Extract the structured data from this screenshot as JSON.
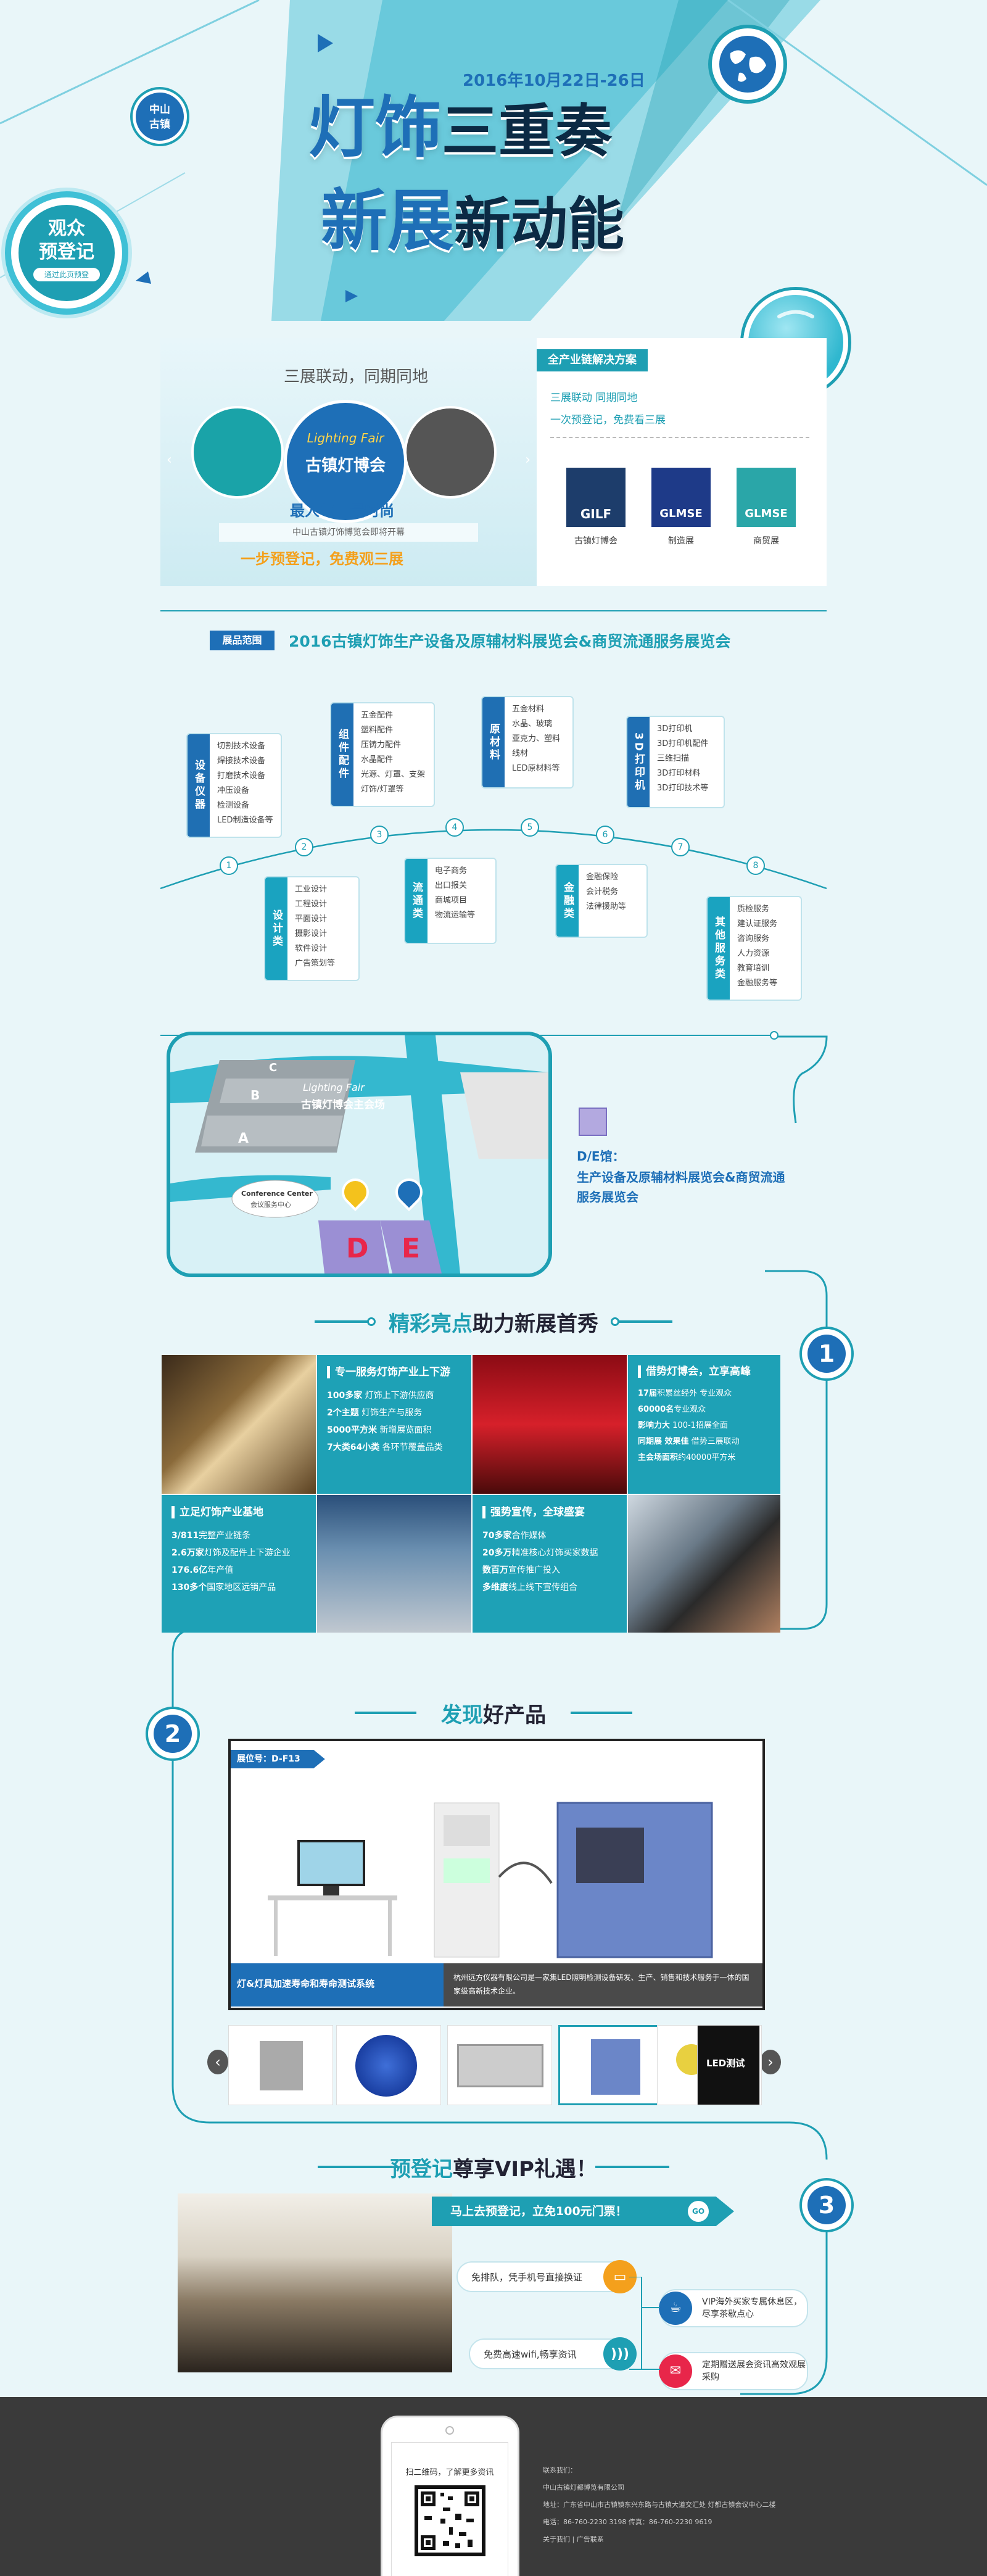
{
  "header": {
    "badge_line1": "中山",
    "badge_line2": "古镇",
    "date": "2016年10月22日-26日",
    "title_line1_a": "灯饰",
    "title_line1_b": "三重奏",
    "title_line2_a": "新展",
    "title_line2_b": "新动能",
    "register_line1": "观众",
    "register_line2": "预登记",
    "register_btn": "通过此页预登"
  },
  "banner": {
    "slide_title": "三展联动，同期同地",
    "logo_en": "Lighting Fair",
    "logo_cn": "古镇灯博会",
    "slogan": "最人气   最时尚",
    "note": "中山古镇灯饰博览会即将开幕",
    "promo": "一步预登记，免费观三展",
    "panel_tag": "全产业链解决方案",
    "panel_line1": "三展联动  同期同地",
    "panel_line2": "一次预登记，免费看三展",
    "logos": [
      {
        "abbr": "GILF",
        "label": "古镇灯博会"
      },
      {
        "abbr": "GLMSE",
        "label": "制造展"
      },
      {
        "abbr": "GLMSE",
        "label": "商贸展"
      }
    ]
  },
  "scope": {
    "tag": "展品范围",
    "title": "2016古镇灯饰生产设备及原辅材料展览会&商贸流通服务展览会",
    "timeline": [
      "1",
      "2",
      "3",
      "4",
      "5",
      "6",
      "7",
      "8"
    ],
    "top": [
      {
        "label": "设备仪器",
        "items": [
          "切割技术设备",
          "焊接技术设备",
          "打磨技术设备",
          "冲压设备",
          "检测设备",
          "LED制造设备等"
        ]
      },
      {
        "label": "组件配件",
        "items": [
          "五金配件",
          "塑料配件",
          "压铸力配件",
          "水晶配件",
          "光源、灯罩、支架",
          "灯饰/灯罩等"
        ]
      },
      {
        "label": "原材料",
        "items": [
          "五金材料",
          "水晶、玻璃",
          "亚克力、塑料",
          "线材",
          "LED原材料等"
        ]
      },
      {
        "label": "3D打印机",
        "items": [
          "3D打印机",
          "3D打印机配件",
          "三维扫描",
          "3D打印材料",
          "3D打印技术等"
        ]
      }
    ],
    "bottom": [
      {
        "label": "设计类",
        "items": [
          "工业设计",
          "工程设计",
          "平面设计",
          "摄影设计",
          "软件设计",
          "广告策划等"
        ]
      },
      {
        "label": "流通类",
        "items": [
          "电子商务",
          "出口报关",
          "商城项目",
          "物流运输等"
        ]
      },
      {
        "label": "金融类",
        "items": [
          "金融保险",
          "会计税务",
          "法律援助等"
        ]
      },
      {
        "label": "其他服务类",
        "items": [
          "质检服务",
          "建认证服务",
          "咨询服务",
          "人力资源",
          "教育培训",
          "金融服务等"
        ]
      }
    ]
  },
  "map": {
    "hall_a": "A",
    "hall_b": "B",
    "hall_c": "C",
    "venue_en": "Lighting Fair",
    "venue_cn": "古镇灯博会主会场",
    "conf_en": "Conference Center",
    "conf_cn": "会议服务中心",
    "hall_d": "D",
    "hall_e": "E",
    "legend_title": "D/E馆：",
    "legend_desc": "生产设备及原辅材料展览会&商贸流通服务展览会"
  },
  "section1": {
    "num": "1",
    "title_hl": "精彩亮点",
    "title_rest": "助力新展首秀",
    "cells": [
      {
        "head": "专一服务灯饰产业上下游",
        "lines": [
          [
            "100多家",
            " 灯饰上下游供应商"
          ],
          [
            "2个主题",
            " 灯饰生产与服务"
          ],
          [
            "5000平方米",
            " 新增展览面积"
          ],
          [
            "7大类64小类",
            " 各环节覆盖品类"
          ]
        ]
      },
      {
        "head": "借势灯博会，立享高峰",
        "lines": [
          [
            "17届",
            "积累丝经外 专业观众"
          ],
          [
            "60000名",
            "专业观众"
          ],
          [
            "影响力大",
            " 100-1招展全面"
          ],
          [
            "同期展 效果佳",
            " 借势三展联动"
          ],
          [
            "主会场面积",
            "约40000平方米"
          ]
        ]
      },
      {
        "head": "立足灯饰产业基地",
        "lines": [
          [
            "3/811",
            "完整产业链条"
          ],
          [
            "2.6万家",
            "灯饰及配件上下游企业"
          ],
          [
            "176.6亿",
            "年产值"
          ],
          [
            "130多个",
            "国家地区远销产品"
          ]
        ]
      },
      {
        "head": "强势宣传，全球盛宴",
        "lines": [
          [
            "70多家",
            "合作媒体"
          ],
          [
            "20多万",
            "精准核心灯饰买家数据"
          ],
          [
            "数百万",
            "宣传推广投入"
          ],
          [
            "多维度",
            "线上线下宣传组合"
          ]
        ]
      }
    ]
  },
  "section2": {
    "num": "2",
    "title_hl": "发现",
    "title_rest": "好产品",
    "booth": "展位号：D-F13",
    "caption": "灯&灯具加速寿命和寿命测试系统",
    "desc": "杭州远方仪器有限公司是一家集LED照明检测设备研发、生产、销售和技术服务于一体的国家级高新技术企业。",
    "thumb_text": "LED测试"
  },
  "section3": {
    "num": "3",
    "title_hl": "预登记",
    "title_rest": "尊享VIP礼遇！",
    "cta": "马上去预登记，立免100元门票！",
    "cta_icon": "GO",
    "benefits_left": [
      "免排队，凭手机号直接换证",
      "免费高速wifi,畅享资讯"
    ],
    "benefits_right": [
      "VIP海外买家专属休息区，尽享茶歇点心",
      "定期赠送展会资讯高效观展采购"
    ]
  },
  "footer": {
    "qr_text": "扫二维码，了解更多资讯",
    "contact_label": "联系我们：",
    "company": "中山古镇灯都博览有限公司",
    "address": "地址：广东省中山市古镇镇东兴东路与古镇大道交汇处 灯都古镇会议中心二楼",
    "phone": "电话：86-760-2230 3198 传真：86-760-2230 9619",
    "links": "关于我们 | 广告联系"
  },
  "colors": {
    "teal": "#1e9fb3",
    "blue": "#1e6fb7",
    "purple": "#9b8fd4",
    "orange": "#f4a01c"
  }
}
